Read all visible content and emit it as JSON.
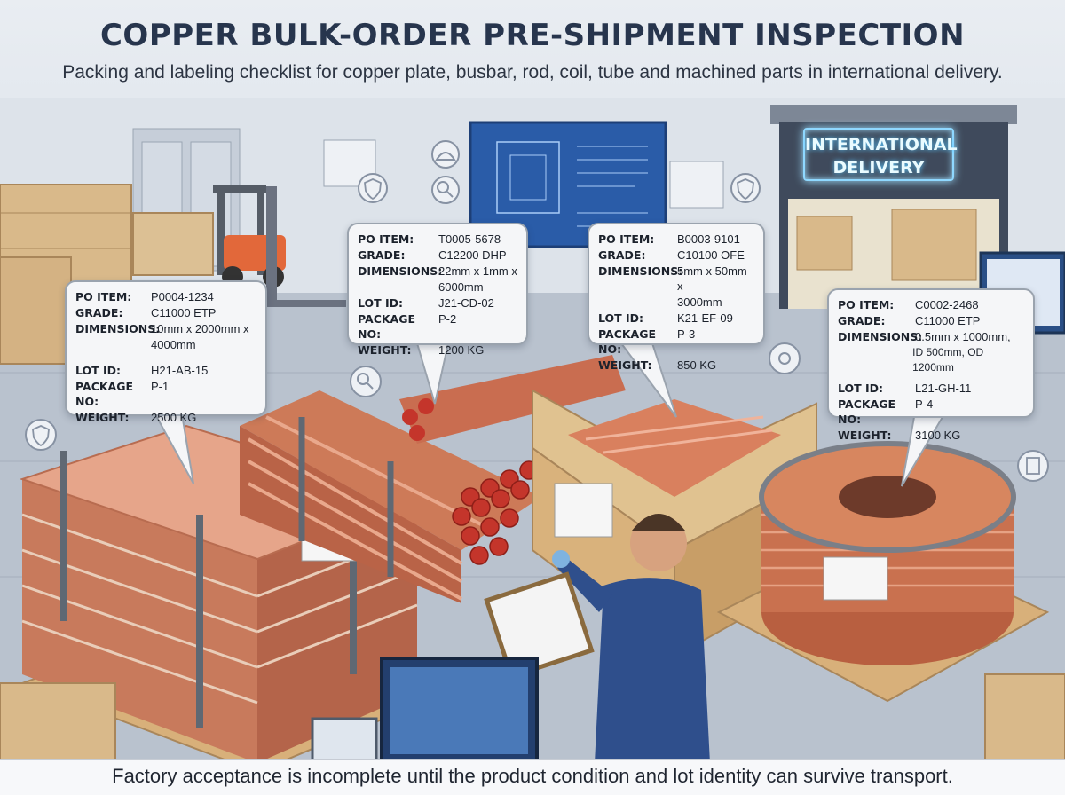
{
  "header": {
    "title": "COPPER BULK-ORDER PRE-SHIPMENT INSPECTION",
    "subtitle": "Packing and labeling checklist for copper plate, busbar, rod, coil, tube and machined parts in international delivery."
  },
  "sign": {
    "line1": "INTERNATIONAL",
    "line2": "DELIVERY"
  },
  "labels": {
    "po_item": "PO ITEM:",
    "grade": "GRADE:",
    "dimensions": "DIMENSIONS:",
    "lot_id": "LOT ID:",
    "package_no": "PACKAGE NO:",
    "weight": "WEIGHT:"
  },
  "cards": [
    {
      "po_item": "P0004-1234",
      "grade": "C11000 ETP",
      "dimensions_1": "10mm x 2000mm x",
      "dimensions_2": "4000mm",
      "lot_id": "H21-AB-15",
      "package_no": "P-1",
      "weight": "2500 KG"
    },
    {
      "po_item": "T0005-5678",
      "grade": "C12200 DHP",
      "dimensions_1": "22mm x 1mm x",
      "dimensions_2": "6000mm",
      "lot_id": "J21-CD-02",
      "package_no": "P-2",
      "weight": "1200 KG"
    },
    {
      "po_item": "B0003-9101",
      "grade": "C10100 OFE",
      "dimensions_1": "5mm x 50mm x",
      "dimensions_2": "3000mm",
      "lot_id": "K21-EF-09",
      "package_no": "P-3",
      "weight": "850 KG"
    },
    {
      "po_item": "C0002-2468",
      "grade": "C11000 ETP",
      "dimensions_1": "0.5mm x 1000mm,",
      "dimensions_2": "ID 500mm, OD 1200mm",
      "lot_id": "L21-GH-11",
      "package_no": "P-4",
      "weight": "3100 KG"
    }
  ],
  "footer": "Factory acceptance is incomplete until the product condition and lot identity can survive transport.",
  "colors": {
    "copper": "#d9886a",
    "copper_dark": "#b05a3c",
    "crate": "#d9b98a",
    "uniform": "#2f4f8c",
    "title": "#27354d"
  },
  "icons": [
    "shield-check-icon",
    "magnifier-icon",
    "hardhat-icon",
    "gear-inspect-icon",
    "clipboard-icon"
  ]
}
